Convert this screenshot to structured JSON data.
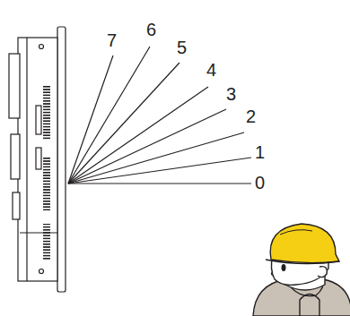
{
  "diagram": {
    "labels": [
      "7",
      "6",
      "5",
      "4",
      "3",
      "2",
      "1",
      "0"
    ]
  }
}
